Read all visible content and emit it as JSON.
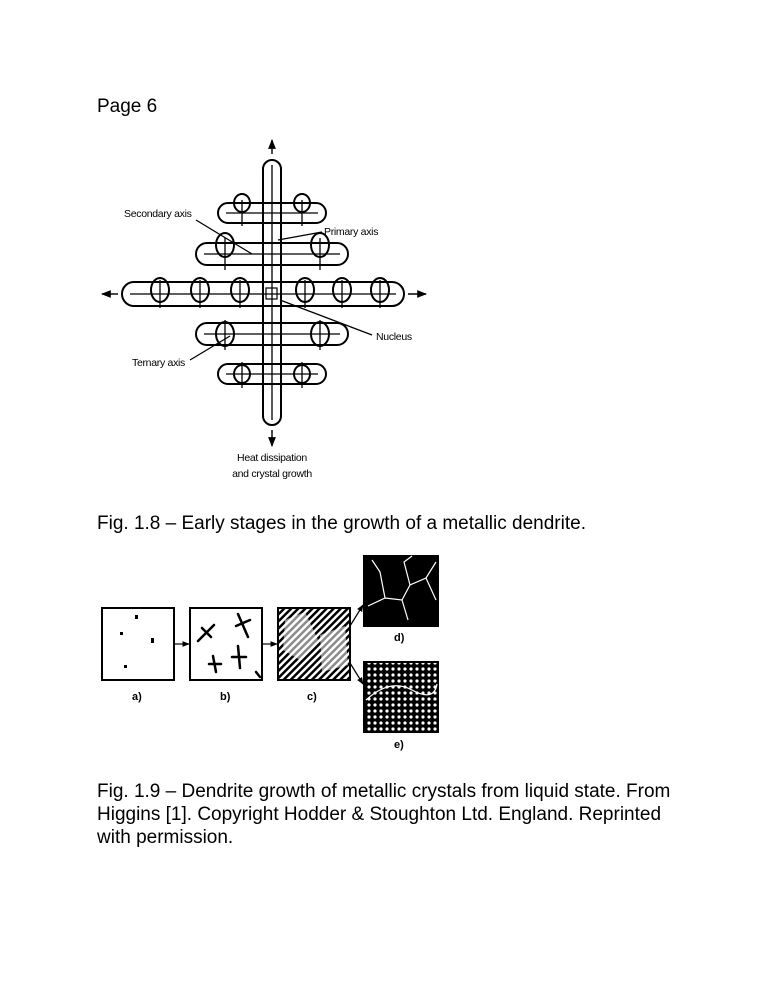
{
  "page": {
    "label": "Page 6"
  },
  "fig18": {
    "labels": {
      "secondary": "Secondary axis",
      "primary": "Primary axis",
      "nucleus": "Nucleus",
      "ternary": "Ternary axis",
      "heat_line1": "Heat dissipation",
      "heat_line2": "and crystal growth"
    },
    "caption": "Fig. 1.8 – Early stages in the growth of a metallic dendrite."
  },
  "fig19": {
    "panels": {
      "a": "a)",
      "b": "b)",
      "c": "c)",
      "d": "d)",
      "e": "e)"
    },
    "caption": "Fig. 1.9 – Dendrite growth of metallic crystals from liquid state. From Higgins [1]. Copyright Hodder & Stoughton Ltd. England. Reprinted with permission."
  }
}
